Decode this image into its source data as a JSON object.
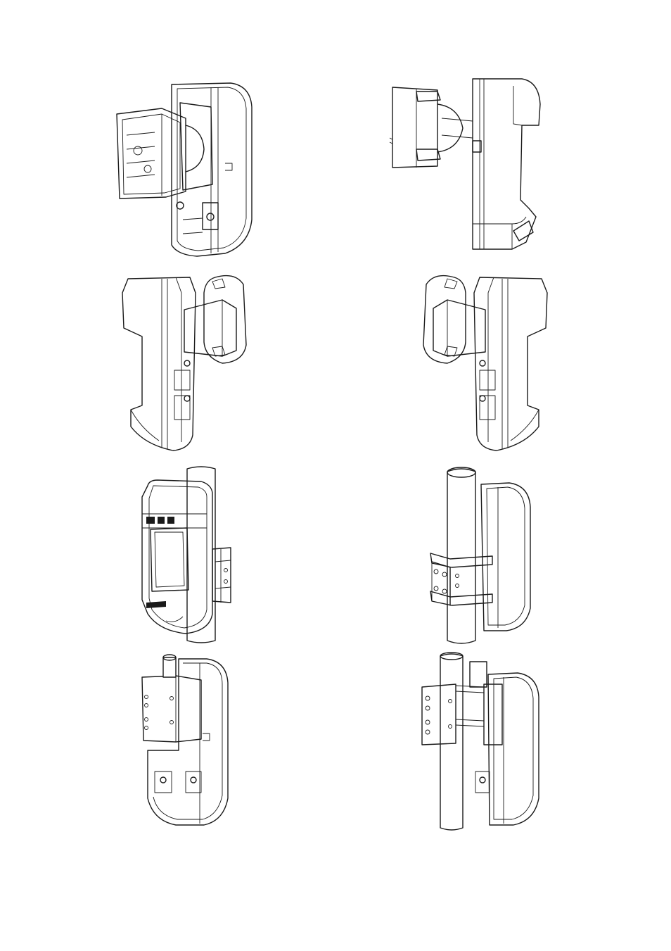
{
  "page": {
    "figures": [
      {
        "id": "fig-1",
        "icon": "detector-wall-box-mount-front-view"
      },
      {
        "id": "fig-2",
        "icon": "detector-wall-box-mount-side-view"
      },
      {
        "id": "fig-3",
        "icon": "detector-wall-bracket-left-view"
      },
      {
        "id": "fig-4",
        "icon": "detector-wall-bracket-right-view"
      },
      {
        "id": "fig-5",
        "icon": "detector-pole-mount-front-view"
      },
      {
        "id": "fig-6",
        "icon": "detector-pole-mount-rear-view"
      },
      {
        "id": "fig-7",
        "icon": "detector-pole-bracket-top-view"
      },
      {
        "id": "fig-8",
        "icon": "detector-pole-clamp-side-view"
      }
    ]
  }
}
